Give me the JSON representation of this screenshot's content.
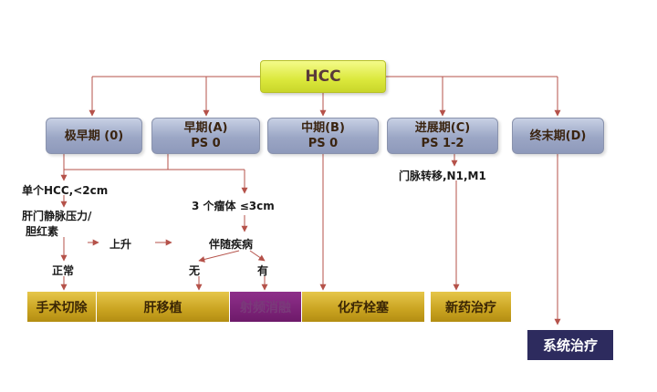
{
  "root": "HCC",
  "stages": [
    {
      "name": "极早期 (0)",
      "ps": ""
    },
    {
      "name": "早期(A)",
      "ps": "PS 0"
    },
    {
      "name": "中期(B)",
      "ps": "PS 0"
    },
    {
      "name": "进展期(C)",
      "ps": "PS 1-2"
    },
    {
      "name": "终末期(D)",
      "ps": ""
    }
  ],
  "criteria": {
    "single_hcc": "单个HCC,<2cm",
    "portal_pressure_line1": "肝门静脉压力/",
    "portal_pressure_line2": "胆红素",
    "rise": "上升",
    "normal": "正常",
    "three_tumors": "3 个瘤体 ≤3cm",
    "comorbidity": "伴随疾病",
    "no": "无",
    "yes": "有",
    "portal_invasion": "门脉转移,N1,M1"
  },
  "treatments": {
    "resection": "手术切除",
    "transplant": "肝移植",
    "ablation": "射频消融",
    "tace": "化疗栓塞",
    "new_drug": "新药治疗",
    "systemic": "系统治疗"
  },
  "colors": {
    "arrow": "#b5524a",
    "root_fill": "#dbe83c",
    "stage_fill": "#9ba6c5",
    "treatment_fill": "#c9a320",
    "ablation_fill": "#6e1a6a",
    "systemic_fill": "#2d2b5e"
  }
}
